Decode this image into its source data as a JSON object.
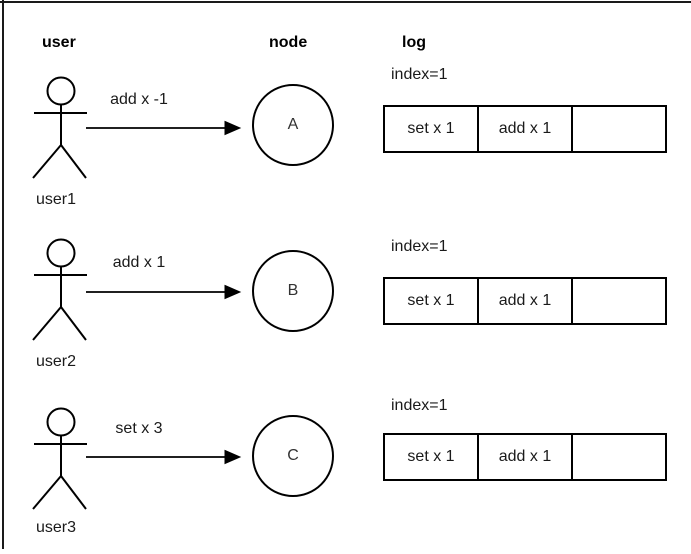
{
  "diagram": {
    "type": "replicated-log-diagram",
    "colors": {
      "stroke": "#000000",
      "text": "#1a1a1a",
      "background": "#ffffff"
    }
  },
  "columns": {
    "user_label": "user",
    "node_label": "node",
    "log_label": "log"
  },
  "rows": [
    {
      "actor_name": "user1",
      "message": "add x -1",
      "node_label": "A",
      "log": {
        "index_label": "index=1",
        "cells": [
          "set x 1",
          "add x 1",
          ""
        ]
      }
    },
    {
      "actor_name": "user2",
      "message": "add x 1",
      "node_label": "B",
      "log": {
        "index_label": "index=1",
        "cells": [
          "set x 1",
          "add x 1",
          ""
        ]
      }
    },
    {
      "actor_name": "user3",
      "message": "set x 3",
      "node_label": "C",
      "log": {
        "index_label": "index=1",
        "cells": [
          "set x 1",
          "add x 1",
          ""
        ]
      }
    }
  ]
}
